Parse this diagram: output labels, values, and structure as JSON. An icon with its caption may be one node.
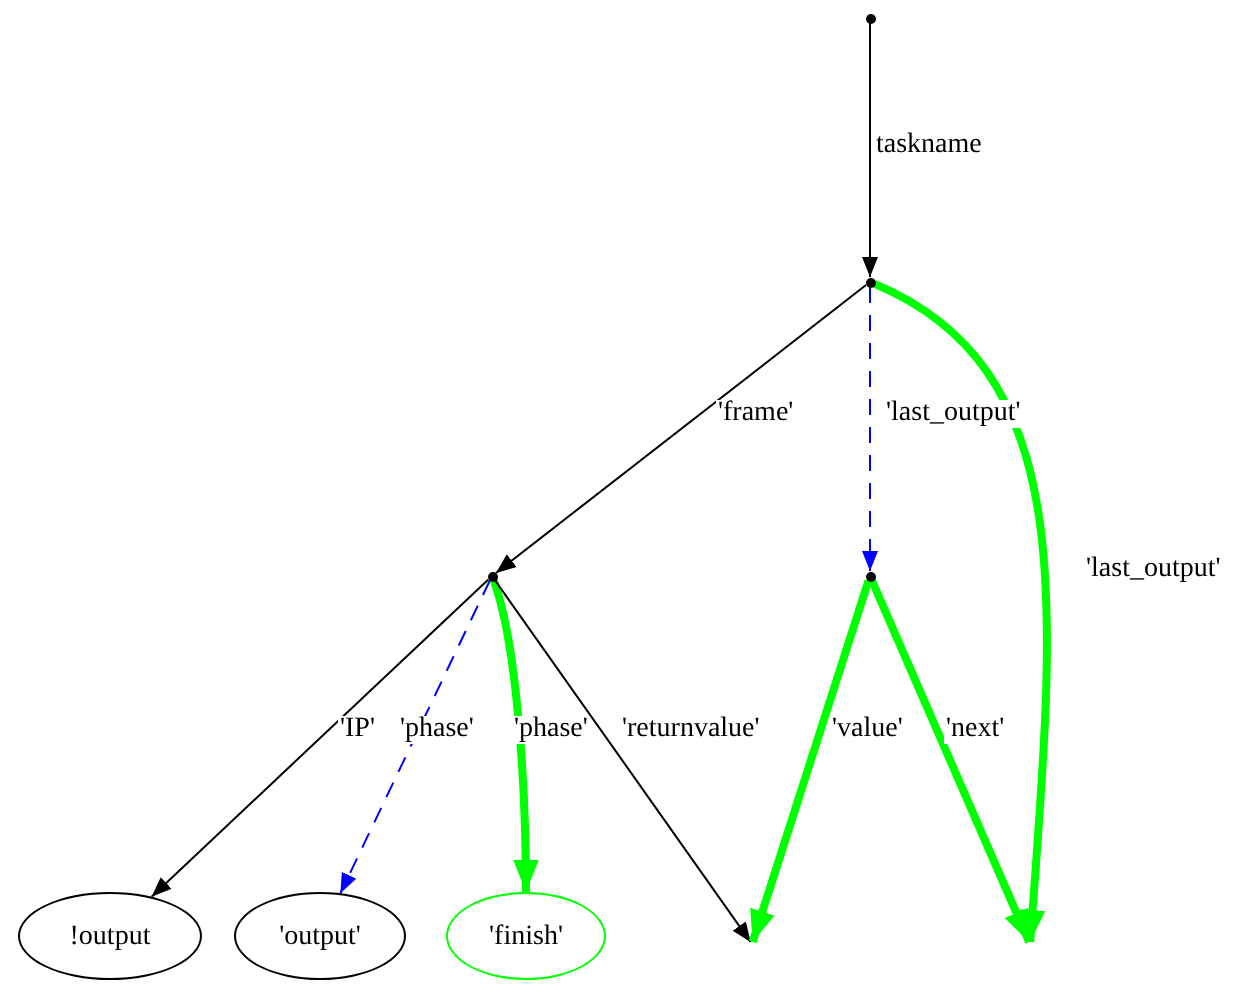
{
  "diagram": {
    "nodes": [
      {
        "text": [],
        "shape": "circle"
      },
      {
        "text": [],
        "shape": "circle"
      },
      {
        "text": [],
        "shape": "circle"
      },
      {
        "text": [],
        "shape": "circle"
      },
      {
        "text": [
          "!output"
        ]
      },
      {
        "text": [
          "'output'"
        ]
      },
      {
        "text": [
          "'finish'"
        ]
      },
      {
        "text": [],
        "shape": "point"
      },
      {
        "text": [],
        "shape": "point"
      }
    ],
    "edges": [
      {
        "from": 0,
        "to": 1,
        "arrow": "to",
        "label": "taskname"
      },
      {
        "from": 1,
        "to": 2,
        "arrow": "to",
        "label": "'frame'"
      },
      {
        "from": 1,
        "to": 3,
        "arrow": "to",
        "label": "'last_output'",
        "style": "dashed",
        "color": "#0000ff"
      },
      {
        "from": 1,
        "to": 8,
        "arrow": "to",
        "label": "'last_output'",
        "style": "thick",
        "color": "#00ff00"
      },
      {
        "from": 2,
        "to": 4,
        "arrow": "to",
        "label": "'IP'"
      },
      {
        "from": 2,
        "to": 5,
        "arrow": "to",
        "label": "'phase'",
        "style": "dashed",
        "color": "#0000ff"
      },
      {
        "from": 2,
        "to": 6,
        "arrow": "to",
        "label": "'phase'",
        "style": "thick",
        "color": "#00ff00"
      },
      {
        "from": 2,
        "to": 7,
        "arrow": "to",
        "label": "'returnvalue'"
      },
      {
        "from": 3,
        "to": 7,
        "arrow": "to",
        "label": "'value'",
        "style": "thick",
        "color": "#00ff00"
      },
      {
        "from": 3,
        "to": 8,
        "arrow": "to",
        "label": "'next'",
        "style": "thick",
        "color": "#00ff00"
      }
    ]
  }
}
